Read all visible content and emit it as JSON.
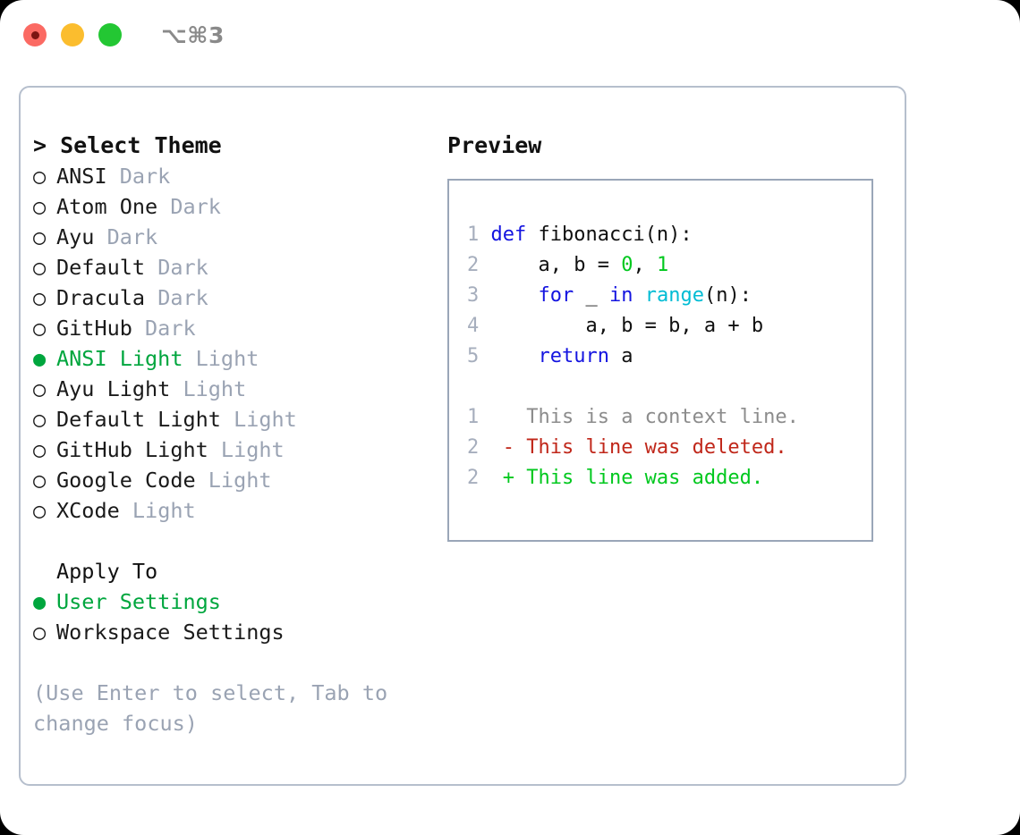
{
  "titlebar": {
    "shortcut": "⌥⌘3",
    "buttons": [
      "close",
      "minimize",
      "maximize"
    ]
  },
  "theme_picker": {
    "header": "> Select Theme",
    "selected_marker": "●",
    "unselected_marker": "○",
    "items": [
      {
        "name": "ANSI",
        "suffix": "Dark",
        "selected": false
      },
      {
        "name": "Atom One",
        "suffix": "Dark",
        "selected": false
      },
      {
        "name": "Ayu",
        "suffix": "Dark",
        "selected": false
      },
      {
        "name": "Default",
        "suffix": "Dark",
        "selected": false
      },
      {
        "name": "Dracula",
        "suffix": "Dark",
        "selected": false
      },
      {
        "name": "GitHub",
        "suffix": "Dark",
        "selected": false
      },
      {
        "name": "ANSI Light",
        "suffix": "Light",
        "selected": true
      },
      {
        "name": "Ayu Light",
        "suffix": "Light",
        "selected": false
      },
      {
        "name": "Default Light",
        "suffix": "Light",
        "selected": false
      },
      {
        "name": "GitHub Light",
        "suffix": "Light",
        "selected": false
      },
      {
        "name": "Google Code",
        "suffix": "Light",
        "selected": false
      },
      {
        "name": "XCode",
        "suffix": "Light",
        "selected": false
      }
    ]
  },
  "apply_to": {
    "title": "Apply To",
    "items": [
      {
        "name": "User Settings",
        "selected": true
      },
      {
        "name": "Workspace Settings",
        "selected": false
      }
    ]
  },
  "hint": "(Use Enter to select, Tab to change focus)",
  "preview": {
    "title": "Preview",
    "code_lines": [
      {
        "gutter": "1",
        "tokens": [
          {
            "t": "def ",
            "c": "kw"
          },
          {
            "t": "fibonacci(n):",
            "c": "plain"
          }
        ]
      },
      {
        "gutter": "2",
        "tokens": [
          {
            "t": "    a, b = ",
            "c": "plain"
          },
          {
            "t": "0",
            "c": "num"
          },
          {
            "t": ", ",
            "c": "plain"
          },
          {
            "t": "1",
            "c": "num"
          }
        ]
      },
      {
        "gutter": "3",
        "tokens": [
          {
            "t": "    ",
            "c": "plain"
          },
          {
            "t": "for",
            "c": "kw"
          },
          {
            "t": " _ ",
            "c": "plain"
          },
          {
            "t": "in",
            "c": "kw"
          },
          {
            "t": " ",
            "c": "plain"
          },
          {
            "t": "range",
            "c": "fn"
          },
          {
            "t": "(n):",
            "c": "plain"
          }
        ]
      },
      {
        "gutter": "4",
        "tokens": [
          {
            "t": "        a, b = b, a + b",
            "c": "plain"
          }
        ]
      },
      {
        "gutter": "5",
        "tokens": [
          {
            "t": "    ",
            "c": "plain"
          },
          {
            "t": "return",
            "c": "kw"
          },
          {
            "t": " a",
            "c": "plain"
          }
        ]
      }
    ],
    "diff_lines": [
      {
        "gutter": "1",
        "prefix": "  ",
        "text": "This is a context line.",
        "kind": "ctx"
      },
      {
        "gutter": "2",
        "prefix": "- ",
        "text": "This line was deleted.",
        "kind": "del"
      },
      {
        "gutter": "2",
        "prefix": "+ ",
        "text": "This line was added.",
        "kind": "add"
      }
    ]
  },
  "colors": {
    "accent_green": "#00a63e",
    "keyword_blue": "#1414e0",
    "number_green": "#00c81e",
    "builtin_cyan": "#00bcd4",
    "diff_deleted": "#c0271a",
    "diff_added": "#00c81e",
    "muted_gray": "#9aa3b3",
    "border_gray": "#b6bfcd"
  }
}
